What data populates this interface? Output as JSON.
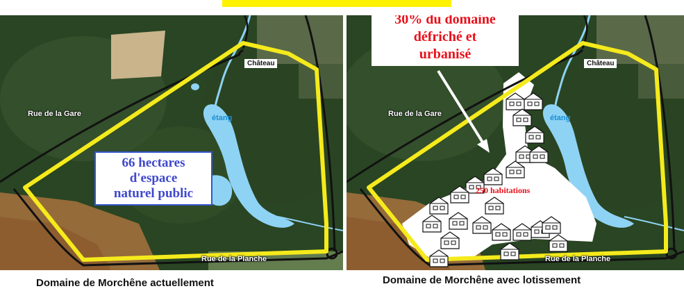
{
  "panels": {
    "left": {
      "roads": {
        "gare": "Rue de la Gare",
        "planche": "Rue de la Planche"
      },
      "chateau": "Château",
      "etang": "étang",
      "info": {
        "line1": "66 hectares",
        "line2": "d'espace",
        "line3": "naturel public"
      },
      "caption": "Domaine de Morchêne actuellement"
    },
    "right": {
      "roads": {
        "gare": "Rue de la Gare",
        "planche": "Rue de la Planche"
      },
      "chateau": "Château",
      "etang": "étang",
      "callout": {
        "line1": "30% du domaine",
        "line2": "défriché et",
        "line3": "urbanisé"
      },
      "habitations": "250 habitations",
      "caption": "Domaine de Morchêne avec lotissement",
      "house_icon_count": 23
    }
  },
  "colors": {
    "boundary": "#f5ea1c",
    "road": "#111111",
    "water": "#8fd3f4",
    "forest": "#2e4a26",
    "field": "#c9b48c",
    "cleared": "#ffffff",
    "info_text": "#3f48cc",
    "callout_text": "#e8101a"
  }
}
